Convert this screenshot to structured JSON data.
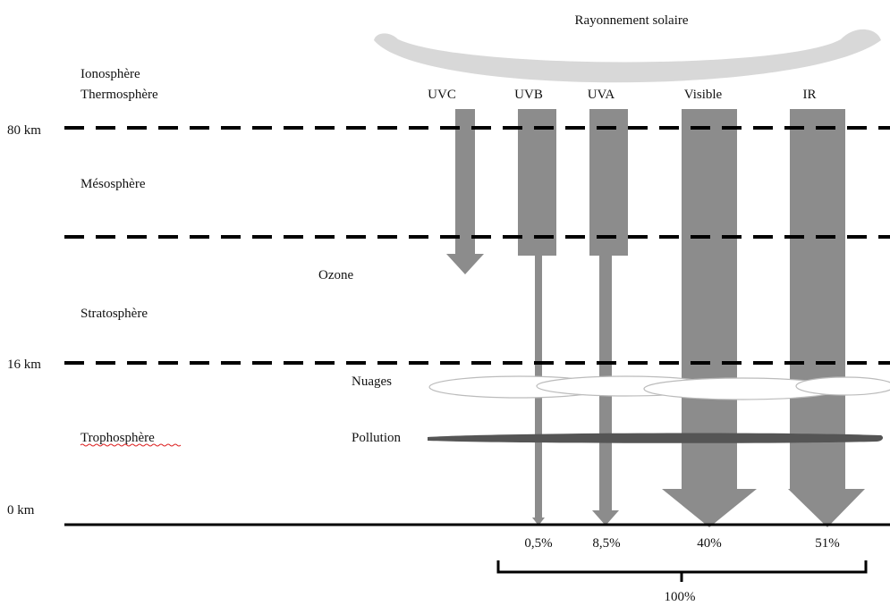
{
  "source_label": "Rayonnement solaire",
  "layers": {
    "ionosphere": "Ionosphère",
    "thermosphere": "Thermosphère",
    "mesosphere": "Mésosphère",
    "stratosphere": "Stratosphère",
    "troposphere": "Trophosphère"
  },
  "altitudes": [
    "80 km",
    "16 km",
    "0 km"
  ],
  "absorbers": {
    "ozone": "Ozone",
    "clouds": "Nuages",
    "pollution": "Pollution"
  },
  "bands": [
    {
      "name": "UVC",
      "ground_share": ""
    },
    {
      "name": "UVB",
      "ground_share": "0,5%"
    },
    {
      "name": "UVA",
      "ground_share": "8,5%"
    },
    {
      "name": "Visible",
      "ground_share": "40%"
    },
    {
      "name": "IR",
      "ground_share": "51%"
    }
  ],
  "total_label": "100%",
  "colors": {
    "arrow": "#8c8c8c",
    "sun_arc": "#d8d8d8",
    "cloud_fill": "#ffffff",
    "cloud_stroke": "#bbbbbb",
    "pollution": "#555555",
    "line": "#000000"
  }
}
